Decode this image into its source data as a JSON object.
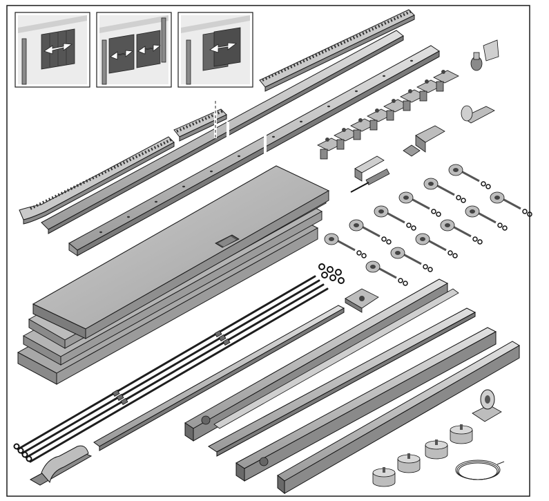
{
  "figure": {
    "kind": "exploded parts diagram — sliding door kit",
    "colors": {
      "frame": "#1a1a1a",
      "part_fill": "#bdbdbd",
      "part_light": "#d9d9d9",
      "part_dark": "#6f6f6f",
      "thumb_bg": "#e9e9e9",
      "door_panel": "#5a5a5a",
      "arrow": "#ffffff"
    },
    "thumbnails": [
      {
        "name": "single-door-slide",
        "icon": "double-arrow-icon"
      },
      {
        "name": "double-door-slide",
        "icon": "double-arrow-icon"
      },
      {
        "name": "telescopic-door-slide",
        "icon": "double-arrow-icon"
      }
    ],
    "parts": [
      "toothed-rack",
      "rack-segment",
      "guide-bar",
      "mounting-rail",
      "door-panel-stack",
      "threaded-rods",
      "roller-hangers",
      "roller-wheels",
      "hinge-bracket",
      "end-stop",
      "floor-guide",
      "cable-coil",
      "counterweights",
      "pulley-block",
      "tracks",
      "door-handle"
    ]
  }
}
